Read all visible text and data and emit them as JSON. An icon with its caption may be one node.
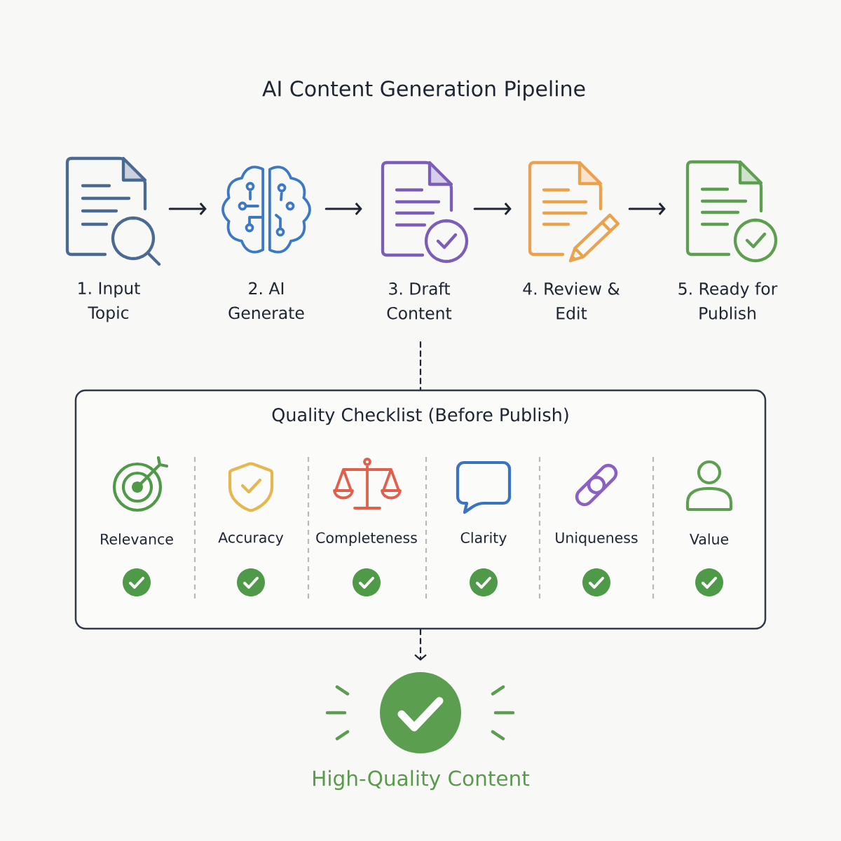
{
  "diagram": {
    "title": "AI Content Generation Pipeline",
    "nodes": [
      {
        "text": [
          "1. Input Topic"
        ]
      },
      {
        "text": [
          "2. AI Generate"
        ]
      },
      {
        "text": [
          "3. Draft Content"
        ]
      },
      {
        "text": [
          "4. Review & Edit"
        ]
      },
      {
        "text": [
          "5. Ready for Publish"
        ]
      },
      {
        "text": [
          "Quality Checklist (Before Publish)"
        ]
      },
      {
        "text": [
          "Relevance"
        ],
        "in": 5
      },
      {
        "text": [
          "Accuracy"
        ],
        "in": 5
      },
      {
        "text": [
          "Completeness"
        ],
        "in": 5
      },
      {
        "text": [
          "Clarity"
        ],
        "in": 5
      },
      {
        "text": [
          "Uniqueness"
        ],
        "in": 5
      },
      {
        "text": [
          "Value"
        ],
        "in": 5
      },
      {
        "text": [
          "High-Quality Content"
        ]
      }
    ],
    "edges": [
      {
        "from": 0,
        "to": 1,
        "arrow": "to"
      },
      {
        "from": 1,
        "to": 2,
        "arrow": "to"
      },
      {
        "from": 2,
        "to": 3,
        "arrow": "to"
      },
      {
        "from": 3,
        "to": 4,
        "arrow": "to"
      },
      {
        "from": 2,
        "to": 5,
        "arrow": "none",
        "style": "dashed"
      },
      {
        "from": 5,
        "to": 12,
        "arrow": "to",
        "style": "dashed"
      }
    ]
  }
}
